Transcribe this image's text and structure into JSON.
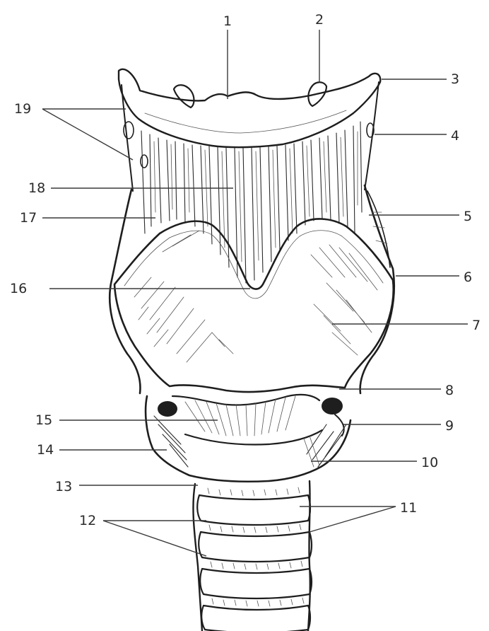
{
  "labels": [
    {
      "id": "l1",
      "text": "1"
    },
    {
      "id": "l2",
      "text": "2"
    },
    {
      "id": "l3",
      "text": "3"
    },
    {
      "id": "l4",
      "text": "4"
    },
    {
      "id": "l5",
      "text": "5"
    },
    {
      "id": "l6",
      "text": "6"
    },
    {
      "id": "l7",
      "text": "7"
    },
    {
      "id": "l8",
      "text": "8"
    },
    {
      "id": "l9",
      "text": "9"
    },
    {
      "id": "l10",
      "text": "10"
    },
    {
      "id": "l11",
      "text": "11"
    },
    {
      "id": "l12",
      "text": "12"
    },
    {
      "id": "l13",
      "text": "13"
    },
    {
      "id": "l14",
      "text": "14"
    },
    {
      "id": "l15",
      "text": "15"
    },
    {
      "id": "l16",
      "text": "16"
    },
    {
      "id": "l17",
      "text": "17"
    },
    {
      "id": "l18",
      "text": "18"
    },
    {
      "id": "l19",
      "text": "19"
    }
  ],
  "colors": {
    "ink": "#1e1e1e",
    "paper": "#ffffff"
  }
}
